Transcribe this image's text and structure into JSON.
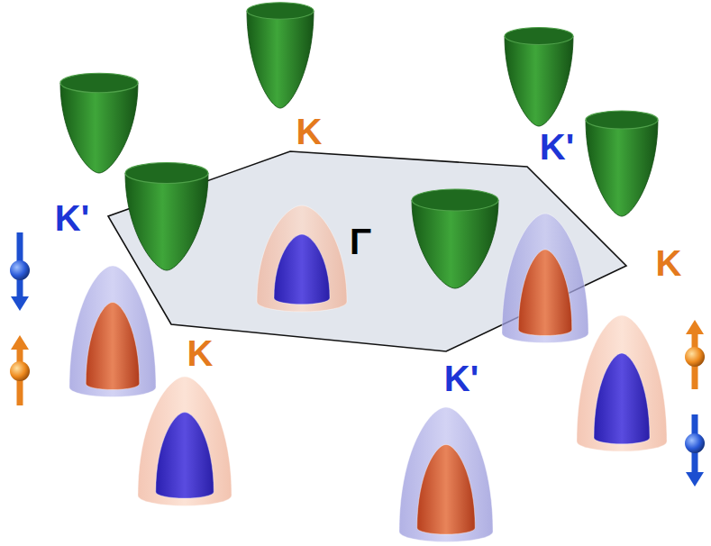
{
  "diagram": {
    "labels": [
      "K",
      "K'",
      "K'",
      "Γ",
      "K",
      "K",
      "K'"
    ]
  }
}
